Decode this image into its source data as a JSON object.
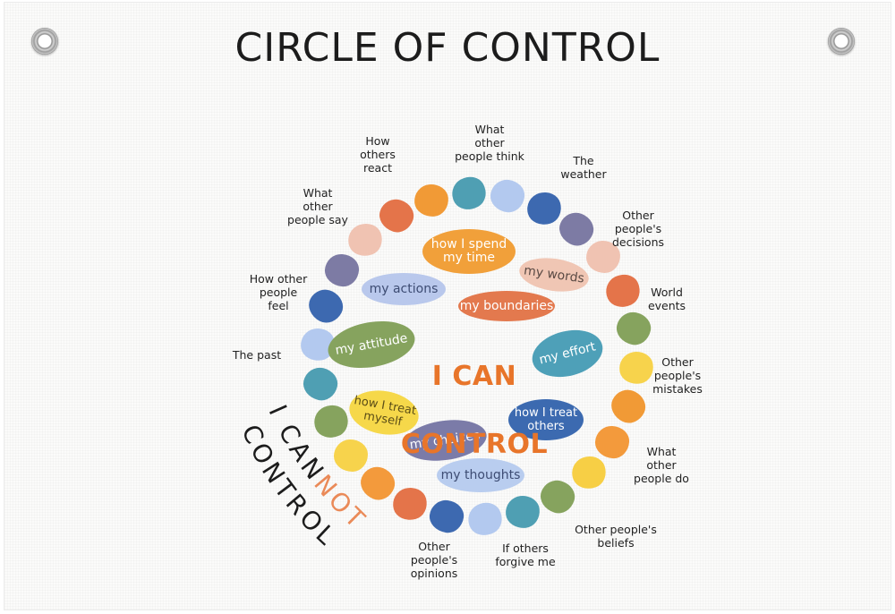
{
  "title": "CIRCLE OF CONTROL",
  "center": {
    "line1": "I CAN",
    "line2": "CONTROL",
    "color": "#e8752a"
  },
  "inner_items": [
    {
      "text": "how I spend\nmy time",
      "bg": "#f1a03a",
      "fg": "#ffffff"
    },
    {
      "text": "my words",
      "bg": "#f0c6b4",
      "fg": "#5a4a44"
    },
    {
      "text": "my actions",
      "bg": "#b9c8ec",
      "fg": "#3d4c73"
    },
    {
      "text": "my boundaries",
      "bg": "#e3794e",
      "fg": "#ffffff"
    },
    {
      "text": "my attitude",
      "bg": "#86a35e",
      "fg": "#ffffff"
    },
    {
      "text": "my effort",
      "bg": "#4ea0b8",
      "fg": "#ffffff"
    },
    {
      "text": "how I treat\nmyself",
      "bg": "#f6d84a",
      "fg": "#5b4d17"
    },
    {
      "text": "how I treat\nothers",
      "bg": "#3c6ab0",
      "fg": "#ffffff"
    },
    {
      "text": "my choices",
      "bg": "#7b7ba8",
      "fg": "#ffffff"
    },
    {
      "text": "my thoughts",
      "bg": "#b9cdef",
      "fg": "#3d4c73"
    }
  ],
  "outer_labels": [
    "How\nothers\nreact",
    "What\nother\npeople think",
    "The\nweather",
    "What\nother\npeople say",
    "Other\npeople's\ndecisions",
    "How other\npeople\nfeel",
    "World\nevents",
    "The past",
    "Other\npeople's\nmistakes",
    "What\nother\npeople do",
    "Other people's\nbeliefs",
    "Other\npeople's\nopinions",
    "If others\nforgive me"
  ],
  "cannot_text": {
    "part1": "I CAN",
    "part2": "NOT",
    "part3": "CONTROL",
    "accent": "#ea8a58"
  },
  "stone_colors": [
    "#4f9fb3",
    "#b3c9ef",
    "#3d69b0",
    "#7d7ba4",
    "#f0c3b2",
    "#e4744a",
    "#86a35e",
    "#f7d34c",
    "#f19a36",
    "#f39a3c",
    "#f7cf45",
    "#86a35e",
    "#4f9fb3",
    "#b3c9ef",
    "#3d69b0",
    "#e4744a",
    "#f39a3c",
    "#f7d34c",
    "#86a35e",
    "#4f9fb3",
    "#b3c9ef",
    "#3d69b0",
    "#7d7ba4",
    "#f0c3b2",
    "#e4744a",
    "#f19a36"
  ]
}
